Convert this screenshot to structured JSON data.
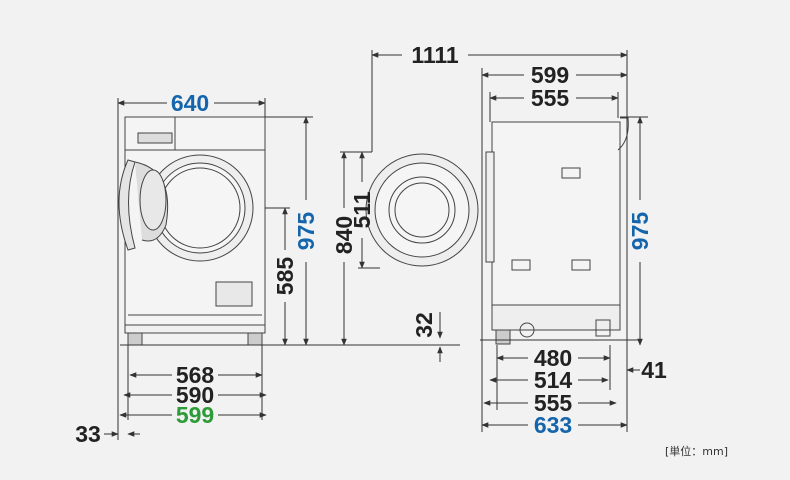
{
  "colors": {
    "background": "#f2f2f2",
    "line": "#333333",
    "text_default": "#222222",
    "text_blue": "#1565ad",
    "text_green": "#2d9b38"
  },
  "dimensions": {
    "front_total_width": "640",
    "front_height_975": "975",
    "front_height_585": "585",
    "front_foot_568": "568",
    "front_foot_590": "590",
    "front_foot_599": "599",
    "front_offset_33": "33",
    "door_height_840": "840",
    "door_diameter_511": "511",
    "door_open_1111": "1111",
    "side_top_599": "599",
    "side_top_555": "555",
    "side_height_975": "975",
    "side_base_32": "32",
    "side_bottom_480": "480",
    "side_bottom_514": "514",
    "side_bottom_555": "555",
    "side_bottom_633": "633",
    "side_offset_41": "41"
  },
  "unit_label": "[単位：mm]"
}
